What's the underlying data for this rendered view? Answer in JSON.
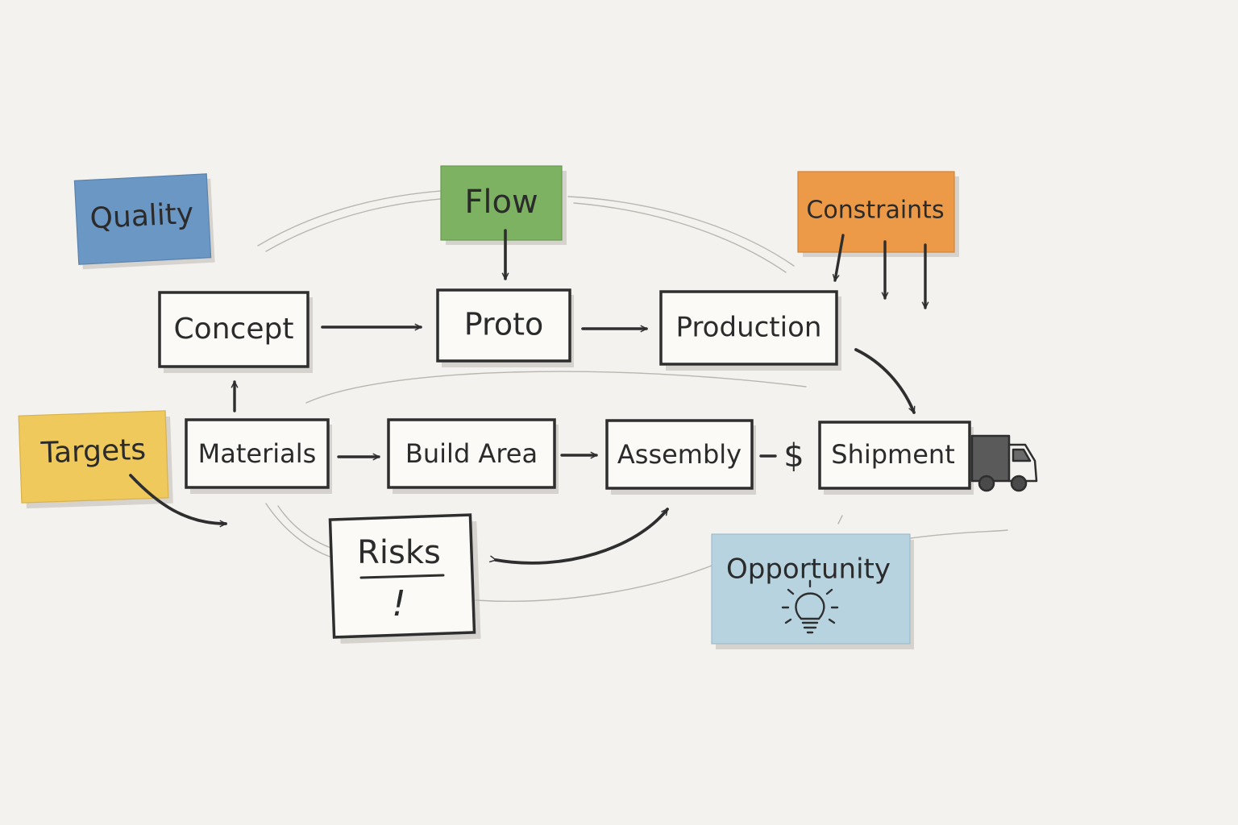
{
  "diagram": {
    "sticky_notes": {
      "quality": {
        "label": "Quality",
        "color": "#6b97c4"
      },
      "flow": {
        "label": "Flow",
        "color": "#7eb263"
      },
      "constraints": {
        "label": "Constraints",
        "color": "#ec9a48"
      },
      "targets": {
        "label": "Targets",
        "color": "#f0c95c"
      },
      "opportunity": {
        "label": "Opportunity",
        "color": "#b7d3df",
        "icon": "lightbulb-icon"
      }
    },
    "boxes": {
      "concept": {
        "label": "Concept"
      },
      "proto": {
        "label": "Proto"
      },
      "production": {
        "label": "Production"
      },
      "materials": {
        "label": "Materials"
      },
      "build_area": {
        "label": "Build Area"
      },
      "assembly": {
        "label": "Assembly"
      },
      "shipment": {
        "label": "Shipment",
        "icon": "truck-icon"
      },
      "risks": {
        "label": "Risks",
        "mark": "!"
      }
    },
    "connector_symbol": "$"
  }
}
